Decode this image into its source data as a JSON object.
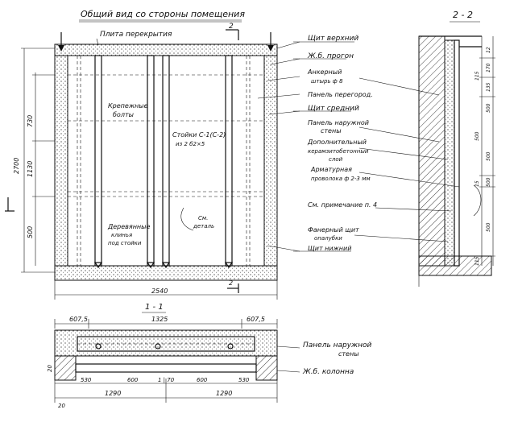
{
  "titles": {
    "main": "Общий вид со стороны помещения",
    "section22": "2 - 2",
    "section11": "1 - 1",
    "cut_mark": "2"
  },
  "front_labels": {
    "plita_perekrytia": "Плита перекрытия",
    "krepezhnye": "Крепежные",
    "bolty": "болты",
    "stoyki1": "Стойки С-1(С-2)",
    "stoyki2": "из 2 б2×5",
    "derev1": "Деревянные",
    "derev2": "клинья",
    "derev3": "под стойки",
    "sm1": "См.",
    "sm2": "деталь"
  },
  "dims": {
    "total_height": "2700",
    "d730": "730",
    "d1130": "1130",
    "d500": "500",
    "total_width": "2540",
    "w607a": "607,5",
    "w1325": "1325",
    "w607b": "607,5",
    "s20a": "20",
    "s20b": "20",
    "s530": "530",
    "s600a": "600",
    "s100": "1 | 70",
    "s600b": "600",
    "s530b": "530",
    "s1290a": "1290",
    "s1290b": "1290",
    "r12": "12",
    "r70": "170",
    "r135": "135",
    "r115": "115",
    "r500a": "500",
    "r500b": "500",
    "r500c": "500",
    "r15": "15",
    "r500d": "500",
    "r500e": "500",
    "r115b": "115"
  },
  "right_labels": {
    "shchit_verhniy": "Щит верхний",
    "zhb_progon": "Ж.б. прогон",
    "ankerny1": "Анкерный",
    "ankerny2": "штырь ф 8",
    "panel_peregor": "Панель перегород.",
    "shchit_sredniy": "Щит средний",
    "panel_naruzh1": "Панель наружной",
    "panel_naruzh2": "стены",
    "dop1": "Дополнительный",
    "dop2": "керамзитобетонный",
    "dop3": "слой",
    "arm1": "Арматурная",
    "arm2": "проволока ф 2-3 мм",
    "sm_primech": "См. примечание п. 4",
    "faner1": "Фанерный щит",
    "faner2": "опалубки",
    "shchit_nizhniy": "Щит нижний"
  },
  "plan_labels": {
    "panel1": "Панель наружной",
    "panel2": "стены",
    "kolonna": "Ж.б. колонна"
  }
}
